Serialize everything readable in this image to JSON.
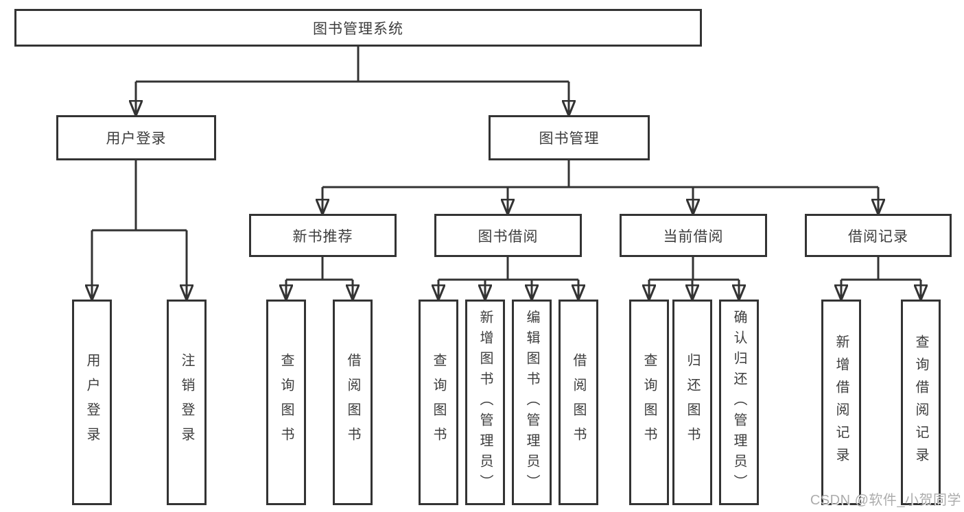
{
  "diagram": {
    "root": {
      "label": "图书管理系统"
    },
    "branches": [
      {
        "label": "用户登录",
        "children": [
          {
            "label": "用户登录"
          },
          {
            "label": "注销登录"
          }
        ]
      },
      {
        "label": "图书管理",
        "children": [
          {
            "label": "新书推荐",
            "children": [
              {
                "label": "查询图书"
              },
              {
                "label": "借阅图书"
              }
            ]
          },
          {
            "label": "图书借阅",
            "children": [
              {
                "label": "查询图书"
              },
              {
                "label": "新增图书（管理员）"
              },
              {
                "label": "编辑图书（管理员）"
              },
              {
                "label": "借阅图书"
              }
            ]
          },
          {
            "label": "当前借阅",
            "children": [
              {
                "label": "查询图书"
              },
              {
                "label": "归还图书"
              },
              {
                "label": "确认归还（管理员）"
              }
            ]
          },
          {
            "label": "借阅记录",
            "children": [
              {
                "label": "新增借阅记录"
              },
              {
                "label": "查询借阅记录"
              }
            ]
          }
        ]
      }
    ]
  },
  "watermark": {
    "text": "CSDN @软件_小贺同学"
  },
  "colors": {
    "line": "#333333",
    "box_border": "#333333",
    "box_fill": "#ffffff",
    "text": "#3d3d3d",
    "watermark": "#a5a5a5",
    "background": "#ffffff"
  }
}
